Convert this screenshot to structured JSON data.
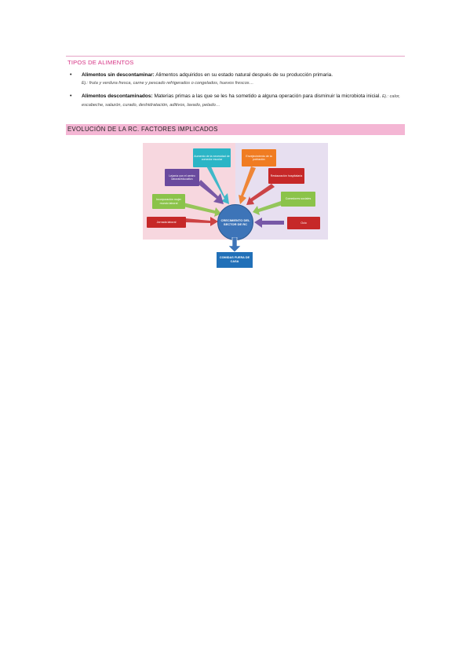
{
  "section1": {
    "title": "TIPOS DE ALIMENTOS",
    "items": [
      {
        "bold": "Alimentos sin descontaminar:",
        "text": " Alimentos adquiridos en su estado natural después de su producción primaria.",
        "example": "Ej.: fruta y verdura fresca, carne y pescado refrigerados o congelados, huevos frescos…"
      },
      {
        "bold": "Alimentos descontaminados:",
        "text": " Materias primas a las que se les ha sometido a alguna operación para disminuir la microbiota inicial.",
        "example": "Ej.: calor, escabeche, salazón, curado, deshidratación, aditivos, lavado, pelado…"
      }
    ]
  },
  "section2": {
    "title": "EVOLUCIÓN DE LA RC. FACTORES IMPLICADOS"
  },
  "diagram": {
    "center": "CRECIMIENTO DEL SECTOR DE RC",
    "output": "COMIDAS FUERA DE CASA",
    "boxes": [
      {
        "label": "Aumento de la necesidad de comedor escolar",
        "color": "#2bb5c6"
      },
      {
        "label": "Lejanía con el centro laboral/educativo",
        "color": "#6a4a9e"
      },
      {
        "label": "Incorporación mujer mundo laboral",
        "color": "#8bc34a"
      },
      {
        "label": "Jornada laboral",
        "color": "#c62828"
      },
      {
        "label": "Envejecimiento de la población",
        "color": "#f07c22"
      },
      {
        "label": "Restauración hospitalaria",
        "color": "#c62828"
      },
      {
        "label": "Comedores sociales",
        "color": "#8bc34a"
      },
      {
        "label": "Ocio",
        "color": "#c62828"
      }
    ],
    "colors": {
      "bg_left": "#f7d7df",
      "bg_right": "#e7dff0",
      "center": "#3d74b8",
      "output": "#2170b8"
    }
  },
  "colors": {
    "accent_pink": "#d63384",
    "band_pink": "#f4b6d4"
  }
}
